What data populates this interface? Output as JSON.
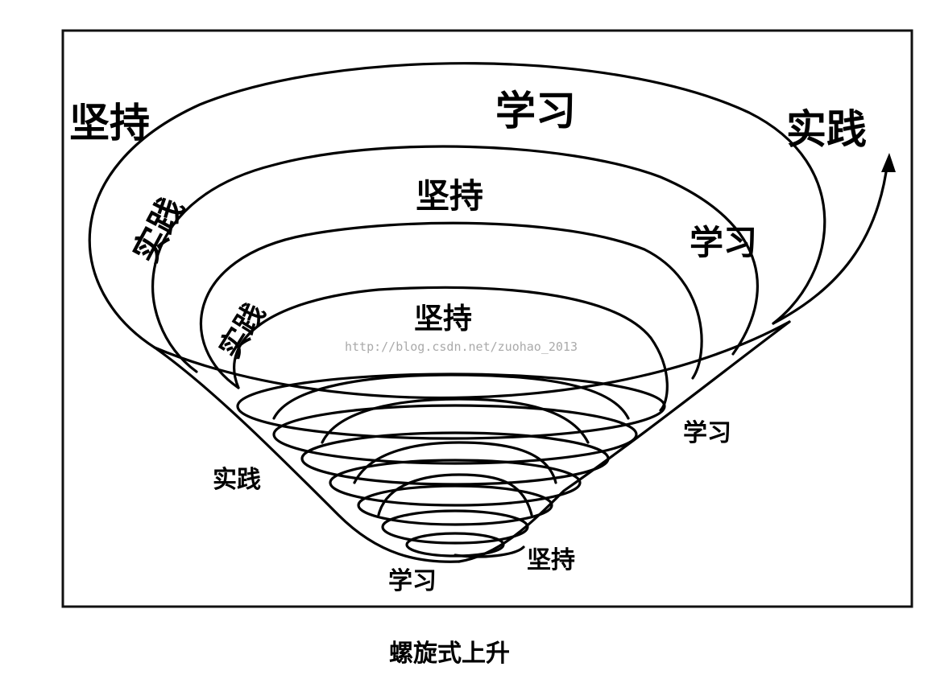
{
  "diagram": {
    "caption": "螺旋式上升",
    "watermark": "http://blog.csdn.net/zuohao_2013",
    "labels": {
      "outer_persist": "坚持",
      "outer_learn": "学习",
      "outer_practice": "实践",
      "ring2_practice": "实践",
      "ring2_persist": "坚持",
      "ring2_learn": "学习",
      "ring3_practice": "实践",
      "ring3_persist": "坚持",
      "lower_practice": "实践",
      "lower_learn": "学习",
      "bottom_persist": "坚持",
      "bottom_learn": "学习"
    }
  }
}
